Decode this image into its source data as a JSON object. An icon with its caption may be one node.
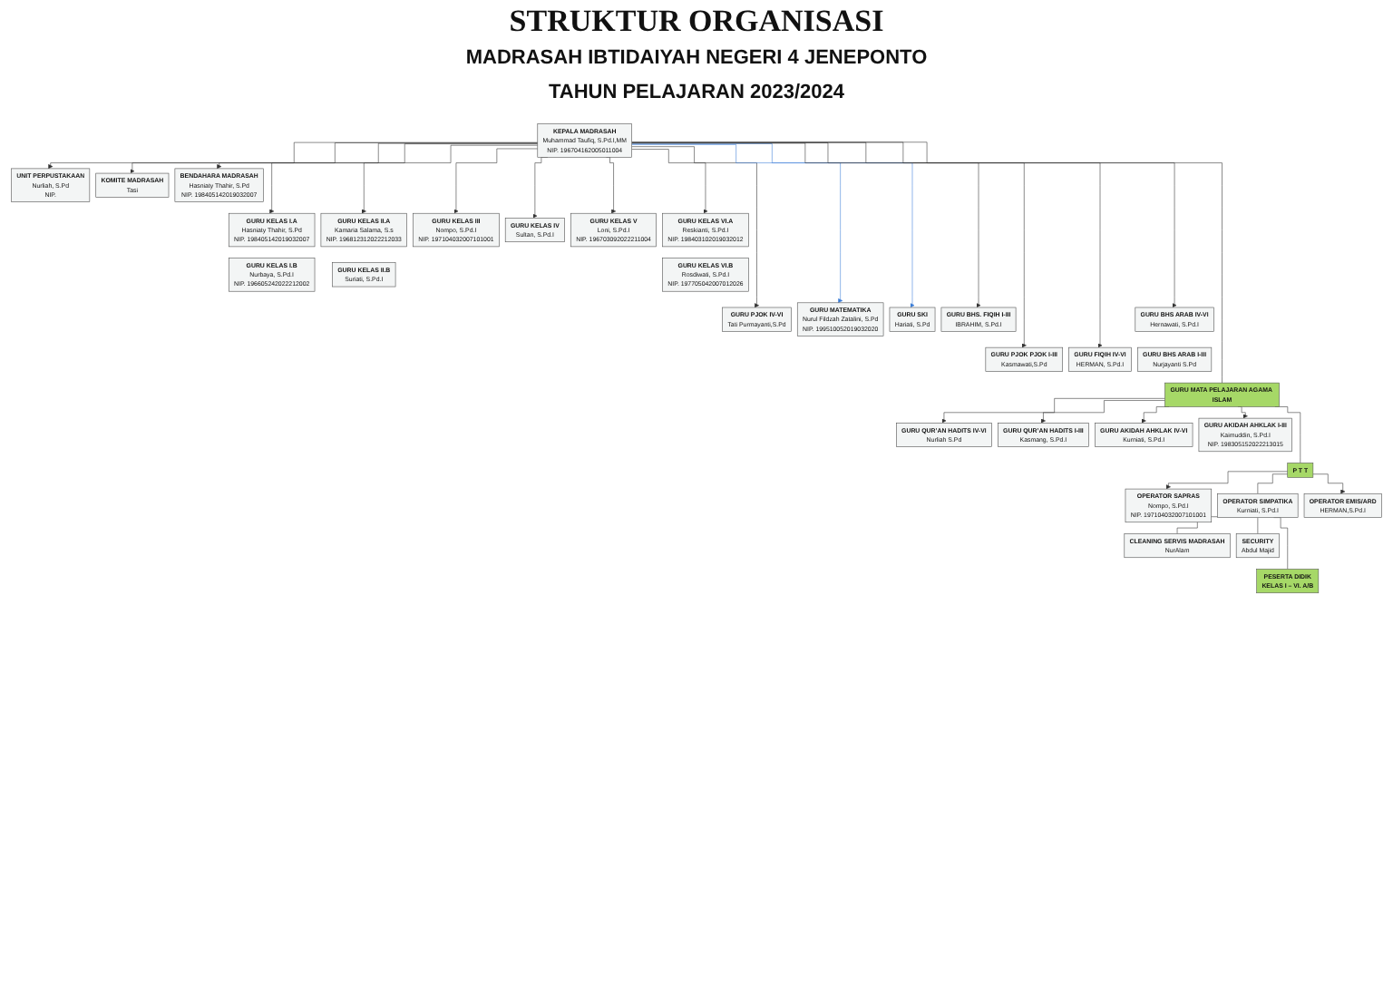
{
  "diagram": {
    "title": "STRUKTUR ORGANISASI",
    "labels": [
      "MADRASAH IBTIDAIYAH NEGERI 4 JENEPONTO",
      "TAHUN PELAJARAN 2023/2024"
    ],
    "nodes": [
      {
        "text": [
          "KEPALA MADRASAH",
          "Muhammad Taufiq, S.Pd.I,MM",
          "NIP. 196704162005011004"
        ]
      },
      {
        "text": [
          "KOMITE MADRASAH",
          "Tasi"
        ]
      },
      {
        "text": [
          "UNIT PERPUSTAKAAN",
          "Nurliah, S.Pd",
          "NIP."
        ]
      },
      {
        "text": [
          "BENDAHARA MADRASAH",
          "Hasniaty Thahir, S.Pd",
          "NIP. 198405142019032007"
        ]
      },
      {
        "text": [
          "GURU KELAS I.A",
          "Hasniaty Thahir, S.Pd",
          "NIP. 198405142019032007"
        ]
      },
      {
        "text": [
          "GURU KELAS II.A",
          "Kamaria Salama, S.s",
          "NIP. 196812312022212033"
        ]
      },
      {
        "text": [
          "GURU KELAS III",
          "Nompo, S.Pd.I",
          "NIP. 197104032007101001"
        ]
      },
      {
        "text": [
          "GURU KELAS IV",
          "Sultan, S.Pd.I"
        ]
      },
      {
        "text": [
          "GURU KELAS V",
          "Loni, S.Pd.I",
          "NIP. 196703092022211004"
        ]
      },
      {
        "text": [
          "GURU KELAS VI.A",
          "Reskianti, S.Pd.I",
          "NIP. 198403102019032012"
        ]
      },
      {
        "text": [
          "GURU KELAS I.B",
          "Nurbaya, S.Pd.I",
          "NIP. 196605242022212002"
        ]
      },
      {
        "text": [
          "GURU KELAS II.B",
          "Suriati, S.Pd.I"
        ]
      },
      {
        "text": [
          "GURU KELAS VI.B",
          "Rosdiwati, S.Pd.I",
          "NIP. 197705042007012026"
        ]
      },
      {
        "text": [
          "GURU PJOK IV-VI",
          "Tati Purmayanti,S.Pd"
        ]
      },
      {
        "text": [
          "GURU MATEMATIKA",
          "Nurul Fildzah Zatalini, S.Pd",
          "NIP. 199510052019032020"
        ]
      },
      {
        "text": [
          "GURU SKI",
          "Hariati, S.Pd"
        ]
      },
      {
        "text": [
          "GURU BHS. FIQIH I-III",
          "IBRAHIM, S.Pd.I"
        ]
      },
      {
        "text": [
          "GURU BHS ARAB IV-VI",
          "Hernawati, S.Pd.I"
        ]
      },
      {
        "text": [
          "GURU PJOK PJOK I-III",
          "Kasmawati,S.Pd"
        ]
      },
      {
        "text": [
          "GURU FIQIH IV-VI",
          "HERMAN, S.Pd.I"
        ]
      },
      {
        "text": [
          "GURU BHS ARAB I-III",
          "Nurjayanti S.Pd"
        ]
      },
      {
        "text": [
          "GURU MATA PELAJARAN AGAMA ISLAM"
        ]
      },
      {
        "text": [
          "GURU QUR’AN HADITS IV-VI",
          "Nurliah S.Pd"
        ]
      },
      {
        "text": [
          "GURU QUR’AN HADITS I-III",
          "Kasmang, S.Pd.I"
        ]
      },
      {
        "text": [
          "GURU AKIDAH AHKLAK IV-VI",
          "Kurniati, S.Pd.I"
        ]
      },
      {
        "text": [
          "GURU AKIDAH AHKLAK I-III",
          "Kaimuddin, S.Pd.I",
          "NIP. 198305152022213015"
        ]
      },
      {
        "text": [
          "P T T"
        ]
      },
      {
        "text": [
          "OPERATOR SAPRAS",
          "Nompo, S.Pd.I",
          "NIP. 197104032007101001"
        ]
      },
      {
        "text": [
          "OPERATOR SIMPATIKA",
          "Kurniati, S.Pd.I"
        ]
      },
      {
        "text": [
          "OPERATOR EMIS/ARD",
          "HERMAN,S.Pd.I"
        ]
      },
      {
        "text": [
          "CLEANING SERVIS MADRASAH",
          "NurAlam"
        ]
      },
      {
        "text": [
          "SECURITY",
          "Abdul Majid"
        ]
      },
      {
        "text": [
          "PESERTA DIDIK",
          "KELAS I – VI. A/B"
        ]
      }
    ],
    "edges": [
      {
        "from": 0,
        "to": 1,
        "arrow": "to"
      },
      {
        "from": 0,
        "to": 2,
        "arrow": "to"
      },
      {
        "from": 0,
        "to": 3,
        "arrow": "to"
      },
      {
        "from": 0,
        "to": 4,
        "arrow": "to"
      },
      {
        "from": 0,
        "to": 5,
        "arrow": "to"
      },
      {
        "from": 0,
        "to": 6,
        "arrow": "to"
      },
      {
        "from": 0,
        "to": 13,
        "arrow": "to"
      },
      {
        "from": 0,
        "to": 14,
        "arrow": "to",
        "color": "#3b7dd8"
      },
      {
        "from": 0,
        "to": 18,
        "arrow": "to"
      },
      {
        "from": 0,
        "to": 21,
        "arrow": "none"
      },
      {
        "from": 0,
        "to": 19,
        "arrow": "to"
      },
      {
        "from": 0,
        "to": 15,
        "arrow": "to",
        "color": "#3b7dd8"
      },
      {
        "from": 0,
        "to": 16,
        "arrow": "to"
      },
      {
        "from": 0,
        "to": 17,
        "arrow": "to"
      },
      {
        "from": 0,
        "to": 7,
        "arrow": "to"
      },
      {
        "from": 0,
        "to": 8,
        "arrow": "to"
      },
      {
        "from": 0,
        "to": 9,
        "arrow": "to"
      },
      {
        "from": 21,
        "to": 22,
        "arrow": "to"
      },
      {
        "from": 21,
        "to": 23,
        "arrow": "to"
      },
      {
        "from": 21,
        "to": 24,
        "arrow": "to"
      },
      {
        "from": 21,
        "to": 25,
        "arrow": "to"
      },
      {
        "from": 21,
        "to": 26,
        "arrow": "none"
      },
      {
        "from": 26,
        "to": 27,
        "arrow": "to"
      },
      {
        "from": 26,
        "to": 28,
        "arrow": "none"
      },
      {
        "from": 26,
        "to": 29,
        "arrow": "to"
      },
      {
        "from": 28,
        "to": 30,
        "arrow": "none"
      },
      {
        "from": 28,
        "to": 31,
        "arrow": "none"
      },
      {
        "from": 28,
        "to": 32,
        "arrow": "none"
      }
    ]
  }
}
